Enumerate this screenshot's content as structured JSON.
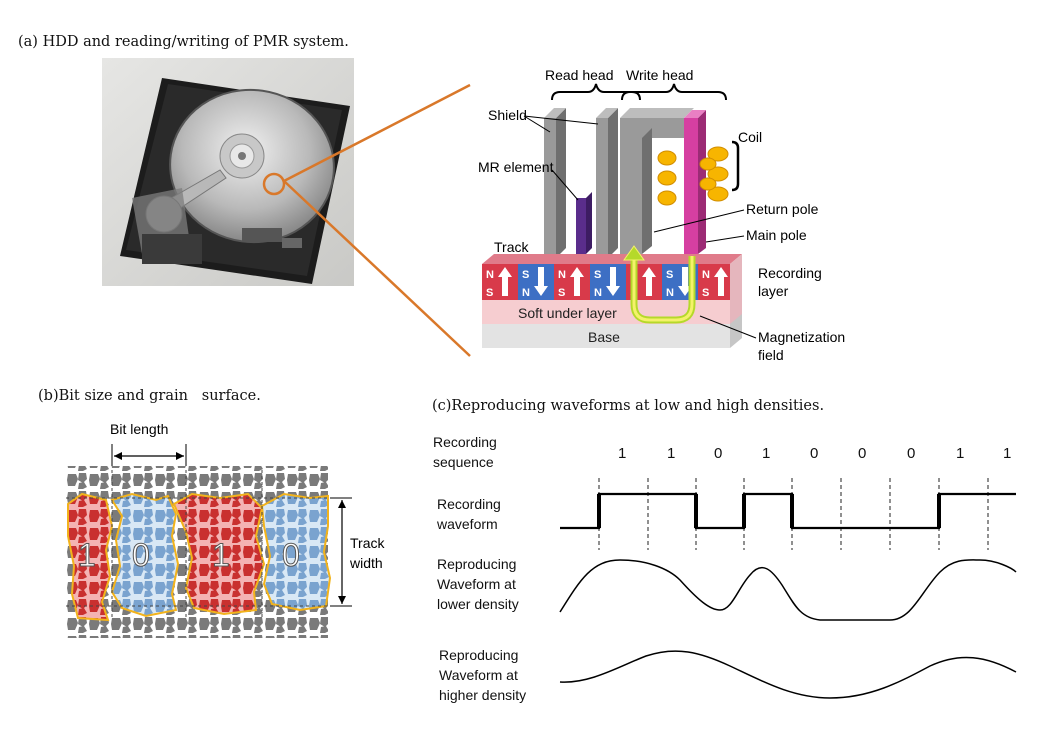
{
  "captions": {
    "a": "(a) HDD and reading/writing of PMR system.",
    "b": "(b)Bit size and grain   surface.",
    "c": "(c)Reproducing waveforms at low and high densities."
  },
  "head_diagram": {
    "read_head": "Read head",
    "write_head": "Write head",
    "shield": "Shield",
    "coil": "Coil",
    "mr_element": "MR element",
    "return_pole": "Return pole",
    "main_pole": "Main pole",
    "track": "Track",
    "recording_layer_1": "Recording",
    "recording_layer_2": "layer",
    "soft_under_layer": "Soft under layer",
    "base": "Base",
    "magnetization_field_1": "Magnetization",
    "magnetization_field_2": "field",
    "pole_n": "N",
    "pole_s": "S"
  },
  "bit_diagram": {
    "bit_length": "Bit length",
    "track_width_1": "Track",
    "track_width_2": "width",
    "bits": [
      "1",
      "0",
      "1",
      "0"
    ]
  },
  "waveforms": {
    "recording_sequence_label": [
      "Recording",
      "sequence"
    ],
    "recording_waveform_label": [
      "Recording",
      "waveform"
    ],
    "low_density_label": [
      "Reproducing",
      "Waveform at",
      "lower density"
    ],
    "high_density_label": [
      "Reproducing",
      "Waveform at",
      "higher density"
    ],
    "sequence": [
      "1",
      "1",
      "0",
      "1",
      "0",
      "0",
      "0",
      "1",
      "1"
    ]
  },
  "colors": {
    "zoom_line": "#d9782a",
    "head_gray": "#8c8c8c",
    "main_pole": "#d63fa1",
    "mr_element": "#5a2d8c",
    "coil": "#f7b500",
    "red_grain": "#d23a3a",
    "blue_grain": "#8fb4d8",
    "gray_grain": "#7a7a7a",
    "boundary": "#f2b31c"
  }
}
